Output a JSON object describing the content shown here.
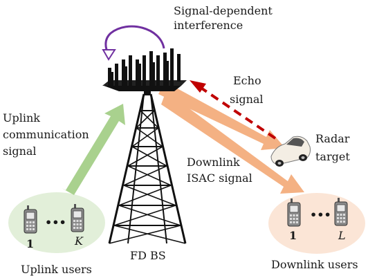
{
  "labels": {
    "interference_line1": "Signal-dependent",
    "interference_line2": "interference",
    "echo_line1": "Echo",
    "echo_line2": "signal",
    "uplink_signal_line1": "Uplink",
    "uplink_signal_line2": "communication",
    "uplink_signal_line3": "signal",
    "radar_line1": "Radar",
    "radar_line2": "target",
    "downlink_signal_line1": "Downlink",
    "downlink_signal_line2": "ISAC signal",
    "bs_label": "FD BS",
    "uplink_users": "Uplink users",
    "downlink_users": "Downlink users",
    "uplink_first_index": "1",
    "uplink_last_index": "K",
    "downlink_first_index": "1",
    "downlink_last_index": "L",
    "ellipsis": "•••"
  },
  "colors": {
    "uplink_arrow": "#a9d18e",
    "downlink_arrow": "#f4b183",
    "echo_arrow": "#c00000",
    "interference_arrow": "#7030a0",
    "uplink_cluster": "#e2efd9",
    "downlink_cluster": "#fbe5d6",
    "tower": "#111111"
  }
}
